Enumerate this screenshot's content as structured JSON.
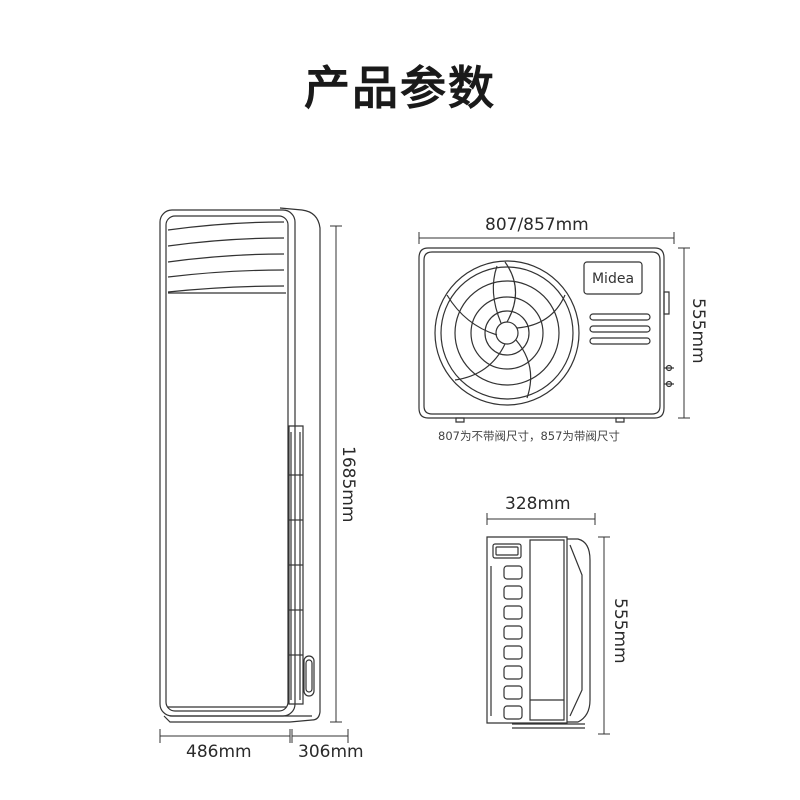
{
  "title": "产品参数",
  "indoor_unit": {
    "height_label": "1685mm",
    "width_label": "486mm",
    "depth_label": "306mm"
  },
  "outdoor_unit_front": {
    "width_label": "807/857mm",
    "height_label": "555mm",
    "brand_logo": "Midea",
    "note": "807为不带阀尺寸，857为带阀尺寸"
  },
  "outdoor_unit_side": {
    "depth_label": "328mm",
    "height_label": "555mm"
  }
}
